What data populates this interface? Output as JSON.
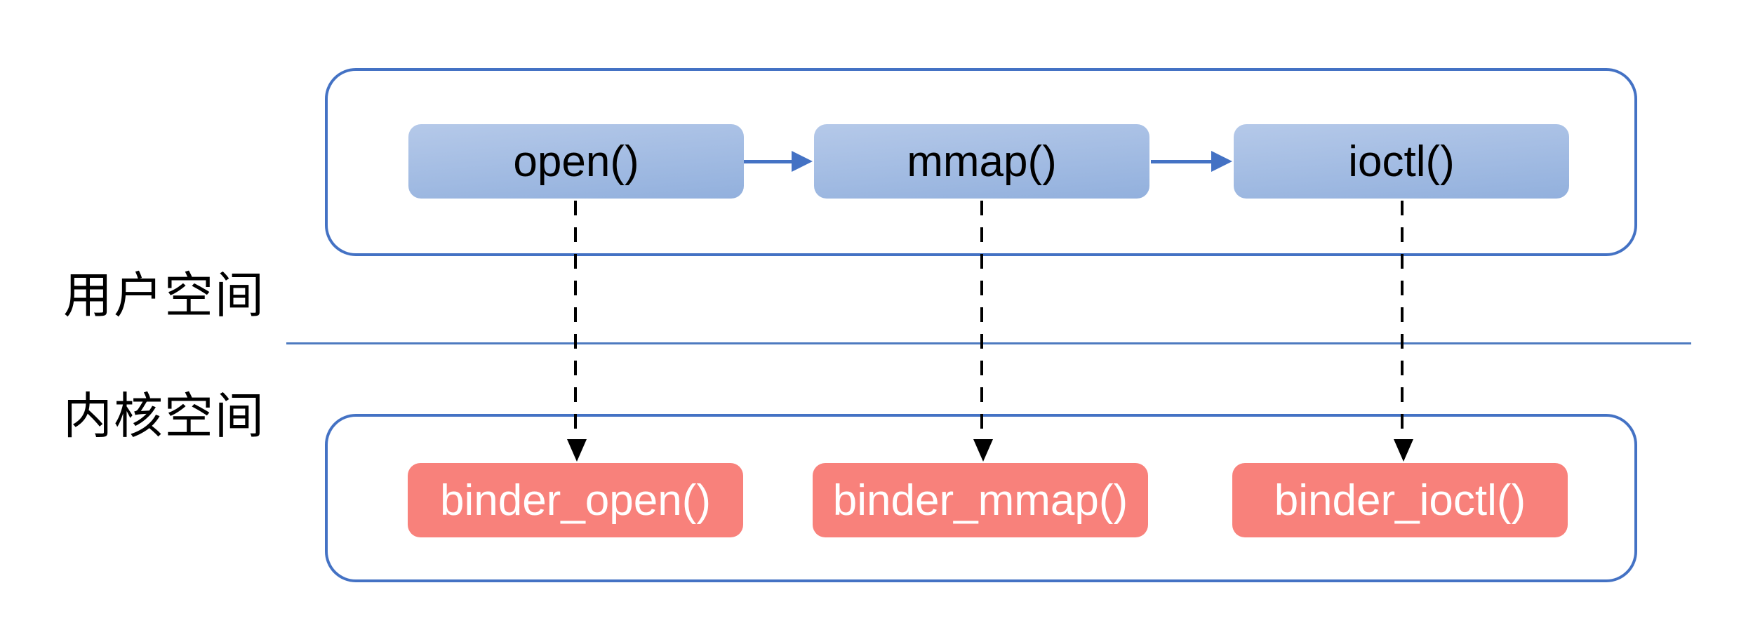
{
  "diagram": {
    "user_space": {
      "label": "用户空间",
      "functions": [
        "open()",
        "mmap()",
        "ioctl()"
      ]
    },
    "kernel_space": {
      "label": "内核空间",
      "functions": [
        "binder_open()",
        "binder_mmap()",
        "binder_ioctl()"
      ]
    },
    "colors": {
      "container_border": "#4472C4",
      "arrow_blue": "#4472C4",
      "divider": "#4D7AC0",
      "user_box_gradient_top": "#B5C9E9",
      "user_box_gradient_bottom": "#92B0DD",
      "user_box_text": "#000000",
      "kernel_box_fill": "#F8817B",
      "kernel_box_text": "#FFFFFF",
      "dashed_arrow": "#000000",
      "background": "#FFFFFF"
    }
  }
}
